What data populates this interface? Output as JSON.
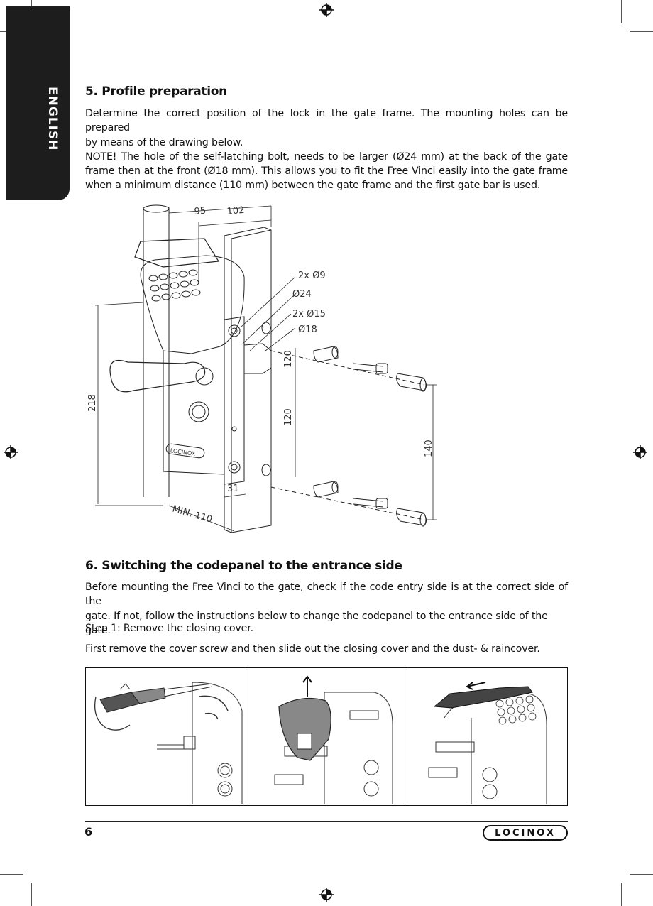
{
  "language_tab": "ENGLISH",
  "section5": {
    "title": "5. Profile preparation",
    "lines": [
      "Determine the correct position of the lock in the gate frame. The mounting holes can be prepared",
      "by means of the drawing below.",
      "NOTE! The hole of the self-latching bolt, needs to be larger (Ø24 mm) at the back of the gate",
      "frame then at the front (Ø18 mm). This allows you to fit the Free Vinci easily into the gate frame",
      "when a minimum distance (110 mm) between the gate frame and the first gate bar is used."
    ]
  },
  "drawing": {
    "dimensions": {
      "d95": "95",
      "d102": "102",
      "d218": "218",
      "d120_top": "120",
      "d120": "120",
      "d140": "140",
      "d31": "31",
      "min110": "MIN. 110"
    },
    "callouts": {
      "c9": "2x Ø9",
      "c24": "Ø24",
      "c15": "2x Ø15",
      "c18": "Ø18"
    },
    "lock_brand": "LOCINOX"
  },
  "section6": {
    "title": "6. Switching the codepanel to the entrance side",
    "lines": [
      "Before mounting the Free Vinci to the gate, check if the code entry side is at the correct side of the",
      "gate. If not, follow the instructions below to change the codepanel to the entrance side of the gate."
    ],
    "step": "Step 1:  Remove the closing cover.",
    "instruction": "First remove the cover screw and then slide out the closing cover and the dust- & raincover."
  },
  "footer": {
    "page_number": "6",
    "logo": "LOCINOX"
  },
  "colors": {
    "tab": "#1d1d1d",
    "text": "#111111"
  }
}
